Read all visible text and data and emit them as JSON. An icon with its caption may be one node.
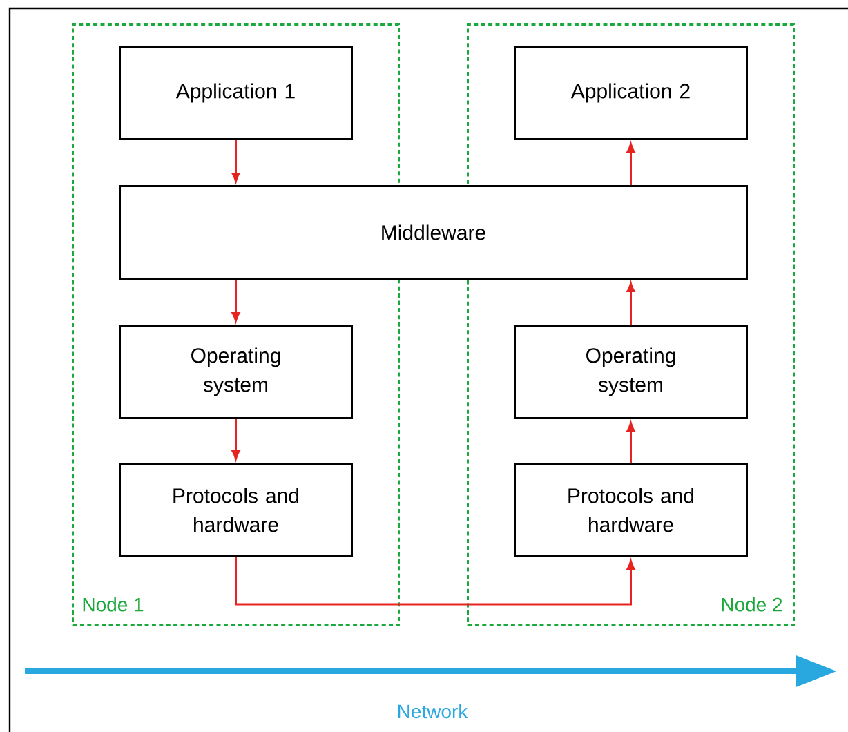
{
  "diagram": {
    "nodes": [
      {
        "text": [
          "Node 1"
        ]
      },
      {
        "text": [
          "Application 1"
        ],
        "in": 0
      },
      {
        "text": [
          "Operating system"
        ],
        "in": 0
      },
      {
        "text": [
          "Protocols and hardware"
        ],
        "in": 0
      },
      {
        "text": [
          "Node 2"
        ]
      },
      {
        "text": [
          "Application 2"
        ],
        "in": 4
      },
      {
        "text": [
          "Operating system"
        ],
        "in": 4
      },
      {
        "text": [
          "Protocols and hardware"
        ],
        "in": 4
      },
      {
        "text": [
          "Middleware"
        ]
      }
    ],
    "edges": [
      {
        "from": 1,
        "to": 8,
        "arrow": "to"
      },
      {
        "from": 8,
        "to": 2,
        "arrow": "to"
      },
      {
        "from": 2,
        "to": 3,
        "arrow": "to"
      },
      {
        "from": 3,
        "to": 7,
        "arrow": "to"
      },
      {
        "from": 7,
        "to": 6,
        "arrow": "to"
      },
      {
        "from": 6,
        "to": 8,
        "arrow": "to"
      },
      {
        "from": 8,
        "to": 5,
        "arrow": "to"
      }
    ],
    "labels": [
      "Network"
    ]
  }
}
